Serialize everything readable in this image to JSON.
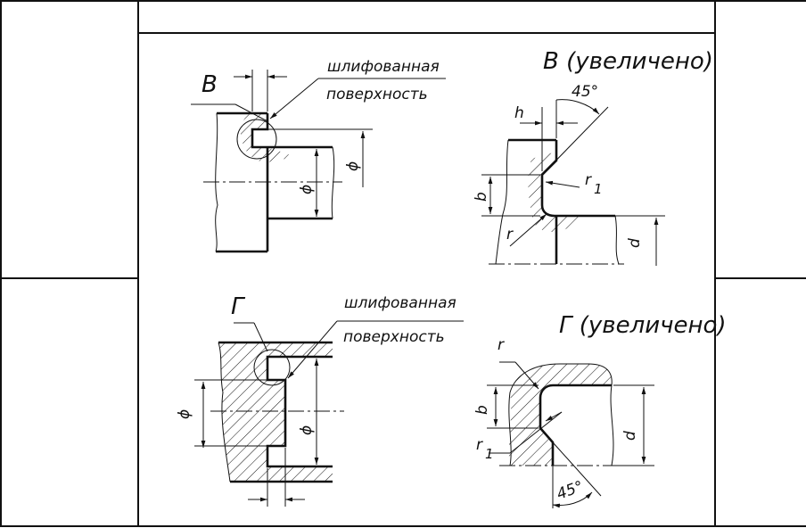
{
  "top_view": {
    "title": "В",
    "callout_line1": "шлифованная",
    "callout_line2": "поверхность",
    "dim_phi_outer": "ϕ",
    "dim_phi_inner": "ϕ"
  },
  "top_enlarged": {
    "title": "В (увеличено)",
    "angle": "45°",
    "dim_h": "h",
    "dim_b": "b",
    "dim_d": "d",
    "radius_r": "r",
    "radius_r1_base": "r",
    "radius_r1_sub": "1"
  },
  "bottom_view": {
    "title": "Г",
    "callout_line1": "шлифованная",
    "callout_line2": "поверхность",
    "dim_phi_outer": "ϕ",
    "dim_phi_inner": "ϕ"
  },
  "bottom_enlarged": {
    "title": "Г (увеличено)",
    "angle": "45°",
    "dim_b": "b",
    "dim_d": "d",
    "radius_r": "r",
    "radius_r1_base": "r",
    "radius_r1_sub": "1"
  }
}
